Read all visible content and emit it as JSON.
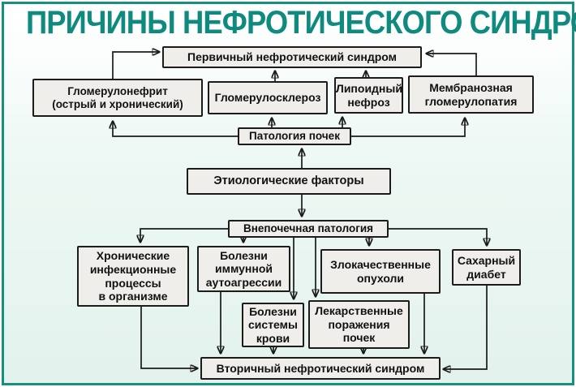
{
  "title": "ПРИЧИНЫ НЕФРОТИЧЕСКОГО СИНДРОМА",
  "colors": {
    "accent_teal": "#16907F",
    "title_text": "#0E8A7E",
    "node_background": "#EFEEEB",
    "node_border": "#1C1C1C",
    "canvas_background": "#E3F2ED"
  },
  "nodes": {
    "primary": "Первичный нефротический синдром",
    "glomerulonephritis": "Гломерулонефрит\n(острый и хронический)",
    "glomerulosclerosis": "Гломерулосклероз",
    "lipoid_nephrosis": "Липоидный\nнефроз",
    "membranous_glomerulopathy": "Мембранозная\nгломерулопатия",
    "kidney_pathology": "Патология почек",
    "etiological_factors": "Этиологические факторы",
    "extrarenal_pathology": "Внепочечная патология",
    "chronic_infections": "Хронические\nинфекционные\nпроцессы\nв организме",
    "immune_autoaggression": "Болезни\nиммунной\nаутоагрессии",
    "malignant_tumors": "Злокачественные\nопухоли",
    "diabetes": "Сахарный\nдиабет",
    "blood_diseases": "Болезни\nсистемы\nкрови",
    "drug_kidney_damage": "Лекарственные\nпоражения\nпочек",
    "secondary": "Вторичный нефротический синдром"
  },
  "edges": [
    {
      "from": "glomerulonephritis",
      "to": "primary"
    },
    {
      "from": "glomerulosclerosis",
      "to": "primary"
    },
    {
      "from": "lipoid_nephrosis",
      "to": "primary"
    },
    {
      "from": "membranous_glomerulopathy",
      "to": "primary"
    },
    {
      "from": "kidney_pathology",
      "to": "glomerulonephritis"
    },
    {
      "from": "kidney_pathology",
      "to": "glomerulosclerosis"
    },
    {
      "from": "kidney_pathology",
      "to": "lipoid_nephrosis"
    },
    {
      "from": "kidney_pathology",
      "to": "membranous_glomerulopathy"
    },
    {
      "from": "etiological_factors",
      "to": "kidney_pathology"
    },
    {
      "from": "etiological_factors",
      "to": "extrarenal_pathology"
    },
    {
      "from": "extrarenal_pathology",
      "to": "chronic_infections"
    },
    {
      "from": "extrarenal_pathology",
      "to": "immune_autoaggression"
    },
    {
      "from": "extrarenal_pathology",
      "to": "blood_diseases"
    },
    {
      "from": "extrarenal_pathology",
      "to": "drug_kidney_damage"
    },
    {
      "from": "extrarenal_pathology",
      "to": "malignant_tumors"
    },
    {
      "from": "extrarenal_pathology",
      "to": "diabetes"
    },
    {
      "from": "chronic_infections",
      "to": "secondary"
    },
    {
      "from": "immune_autoaggression",
      "to": "secondary"
    },
    {
      "from": "blood_diseases",
      "to": "secondary"
    },
    {
      "from": "drug_kidney_damage",
      "to": "secondary"
    },
    {
      "from": "malignant_tumors",
      "to": "secondary"
    },
    {
      "from": "diabetes",
      "to": "secondary"
    }
  ]
}
